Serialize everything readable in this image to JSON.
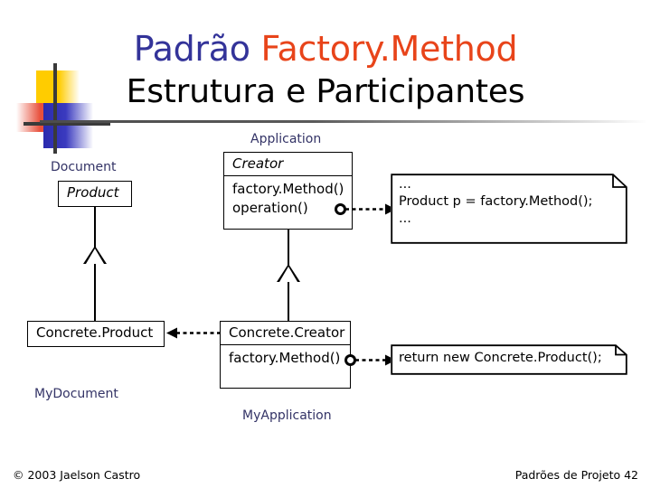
{
  "slide": {
    "title_prefix": "Padrão ",
    "title_pattern": "Factory.Method",
    "subtitle": "Estrutura e Participantes",
    "colors": {
      "title_prefix": "#333399",
      "title_pattern": "#E8441A",
      "uml_label": "#333366",
      "box_stroke": "#000000",
      "logo_yellow": "#FFCC00",
      "logo_red": "#E8503C",
      "logo_blue": "#2B2BAE"
    }
  },
  "diagram": {
    "type": "uml-class-diagram",
    "package_labels": {
      "document": "Document",
      "application": "Application",
      "my_document": "MyDocument",
      "my_application": "MyApplication"
    },
    "classes": {
      "product": {
        "name": "Product",
        "abstract": true,
        "members": []
      },
      "creator": {
        "name": "Creator",
        "abstract": true,
        "members": [
          "factory.Method()",
          "operation()"
        ]
      },
      "concrete_product": {
        "name": "Concrete.Product",
        "abstract": false,
        "members": []
      },
      "concrete_creator": {
        "name": "Concrete.Creator",
        "abstract": false,
        "members": [
          "factory.Method()"
        ]
      }
    },
    "notes": {
      "operation_note": {
        "lines": [
          "...",
          "Product p = factory.Method();",
          "..."
        ],
        "attached_to": "operation()"
      },
      "factory_note": {
        "lines": [
          "return new Concrete.Product();"
        ],
        "attached_to": "factory.Method()"
      }
    },
    "relations": [
      {
        "kind": "generalization",
        "from": "Concrete.Product",
        "to": "Product"
      },
      {
        "kind": "generalization",
        "from": "Concrete.Creator",
        "to": "Creator"
      },
      {
        "kind": "dependency",
        "from": "Concrete.Creator",
        "to": "Concrete.Product"
      },
      {
        "kind": "note-link",
        "from": "operation()",
        "to": "operation_note"
      },
      {
        "kind": "note-link",
        "from": "factory.Method()",
        "to": "factory_note"
      }
    ]
  },
  "footer": {
    "copyright": "© 2003 Jaelson Castro",
    "deck_info": "Padrões de Projeto 42"
  }
}
